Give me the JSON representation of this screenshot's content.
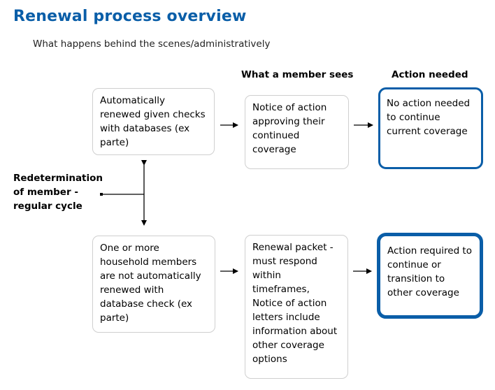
{
  "title": "Renewal process overview",
  "subtitle": "What happens behind the scenes/administratively",
  "columns": {
    "member_sees": "What a member sees",
    "action_needed": "Action needed"
  },
  "left_label": "Redetermination of member - regular cycle",
  "top_row": {
    "process": "Automatically renewed given checks with databases (ex parte)",
    "member_sees": "Notice of action approving their continued coverage",
    "action": "No action needed to continue current coverage"
  },
  "bottom_row": {
    "process": "One or more household members are not automatically renewed with database check (ex parte)",
    "member_sees": "Renewal packet - must respond within timeframes, Notice of action letters include information about other coverage options",
    "action": "Action required to continue or transition to other coverage"
  },
  "colors": {
    "accent": "#0a5ea8",
    "box_border": "#cfcfcf"
  }
}
